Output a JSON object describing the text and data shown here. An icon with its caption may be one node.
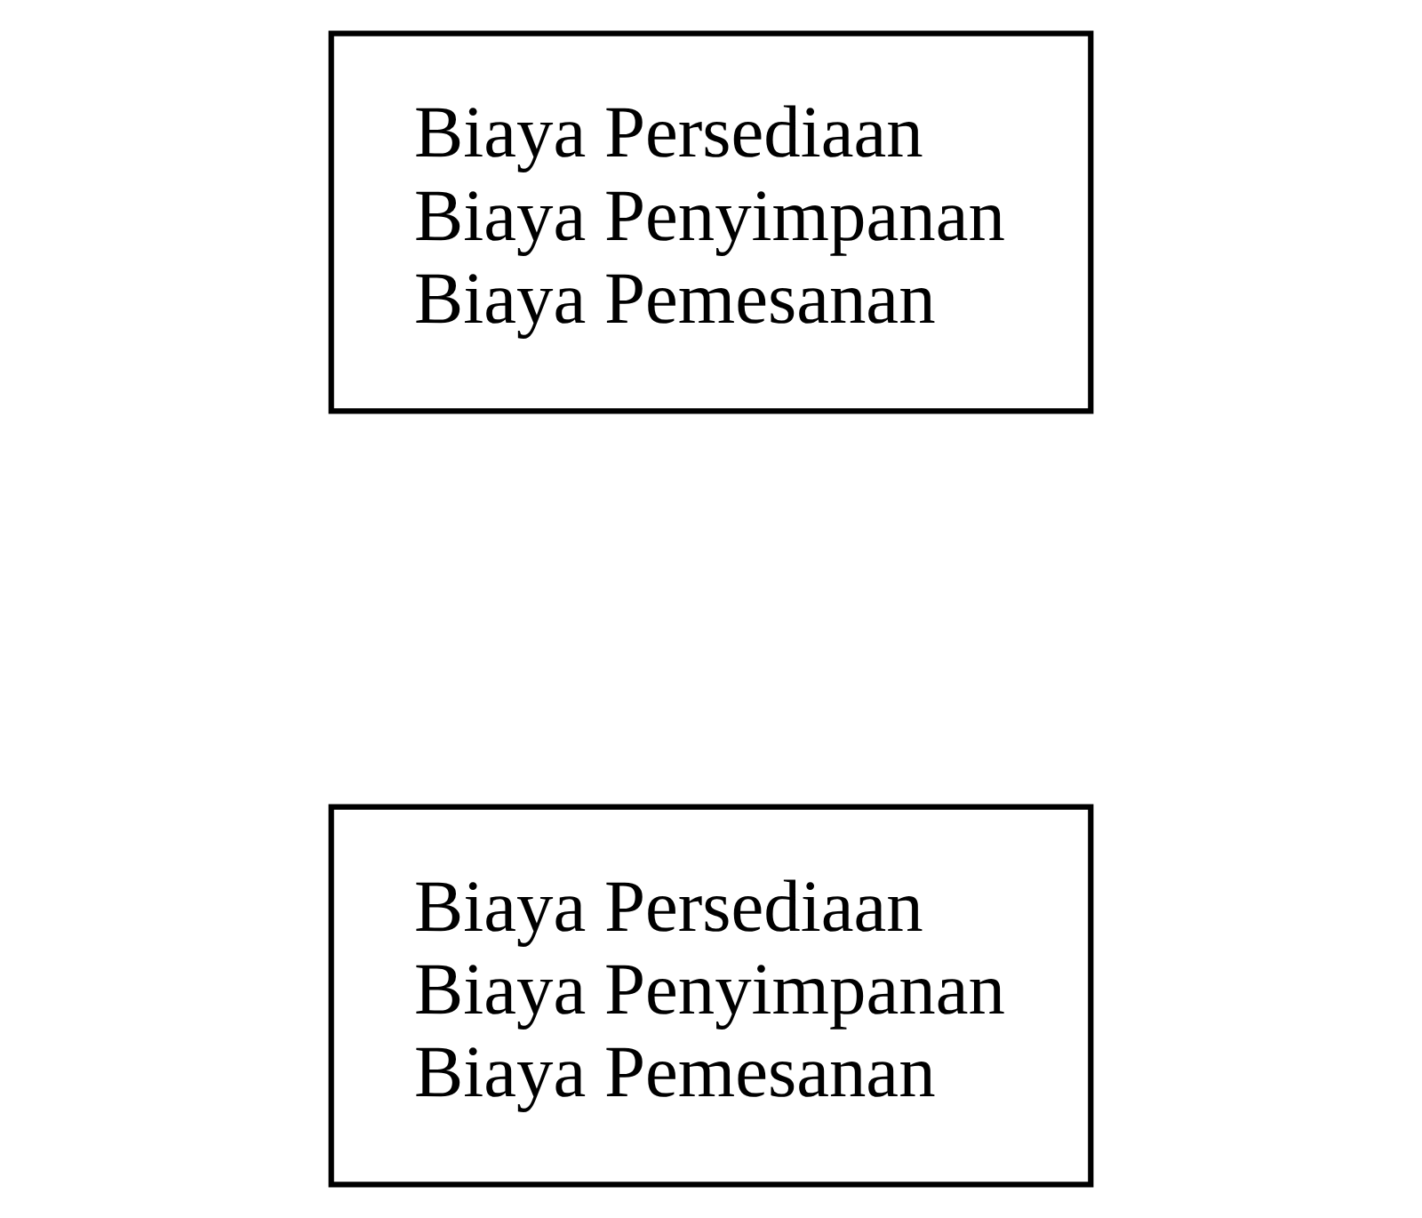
{
  "diagram": {
    "nodes": [
      {
        "text": [
          "Biaya Persediaan",
          "Biaya Penyimpanan",
          "Biaya Pemesanan"
        ]
      },
      {
        "text": [
          "Biaya Persediaan",
          "Biaya Penyimpanan",
          "Biaya Pemesanan"
        ]
      }
    ]
  }
}
